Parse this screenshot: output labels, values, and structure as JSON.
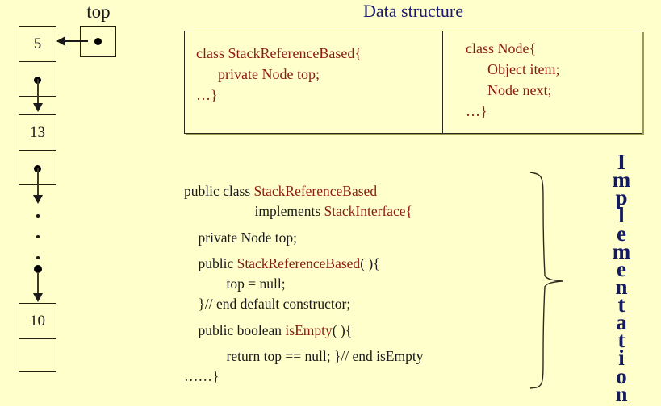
{
  "slide": {
    "background_color": "#ffffcc",
    "title": "Data structure",
    "title_color": "#191970"
  },
  "diagram": {
    "pointer_label": "top",
    "nodes": [
      {
        "value": "5",
        "has_next_pointer": true
      },
      {
        "value": "13",
        "has_next_pointer": true
      },
      {
        "value": "10",
        "has_next_pointer": false
      }
    ],
    "ellipsis_dots": 3
  },
  "data_structure_table": {
    "left_cell": {
      "lines": [
        "class StackReferenceBased{",
        "      private Node top;",
        "…}"
      ]
    },
    "right_cell": {
      "lines": [
        "class Node{",
        "      Object item;",
        "      Node next;",
        "…}"
      ]
    },
    "text_color": "#8b1a10"
  },
  "implementation": {
    "vertical_label": "Implementation",
    "vertical_label_color": "#151b63",
    "code_lines": [
      {
        "segments": [
          {
            "t": "public class ",
            "c": "kw"
          },
          {
            "t": "StackReferenceBased",
            "c": "id"
          }
        ]
      },
      {
        "segments": [
          {
            "t": "                    implements ",
            "c": "kw"
          },
          {
            "t": "StackInterface{",
            "c": "id"
          }
        ]
      },
      {
        "segments": [
          {
            "t": "    private Node top;",
            "c": "kw"
          }
        ]
      },
      {
        "segments": [
          {
            "t": "    public ",
            "c": "kw"
          },
          {
            "t": "StackReferenceBased",
            "c": "id"
          },
          {
            "t": "( ){",
            "c": "kw"
          }
        ]
      },
      {
        "segments": [
          {
            "t": "            top = null;",
            "c": "kw"
          }
        ]
      },
      {
        "segments": [
          {
            "t": "    }// end default constructor;",
            "c": "kw"
          }
        ]
      },
      {
        "segments": [
          {
            "t": "    public boolean ",
            "c": "kw"
          },
          {
            "t": "isEmpty",
            "c": "id"
          },
          {
            "t": "( ){",
            "c": "kw"
          }
        ]
      },
      {
        "segments": [
          {
            "t": "            return top == null; }// end isEmpty",
            "c": "kw"
          }
        ]
      },
      {
        "segments": [
          {
            "t": "……}",
            "c": "kw"
          }
        ]
      }
    ]
  }
}
